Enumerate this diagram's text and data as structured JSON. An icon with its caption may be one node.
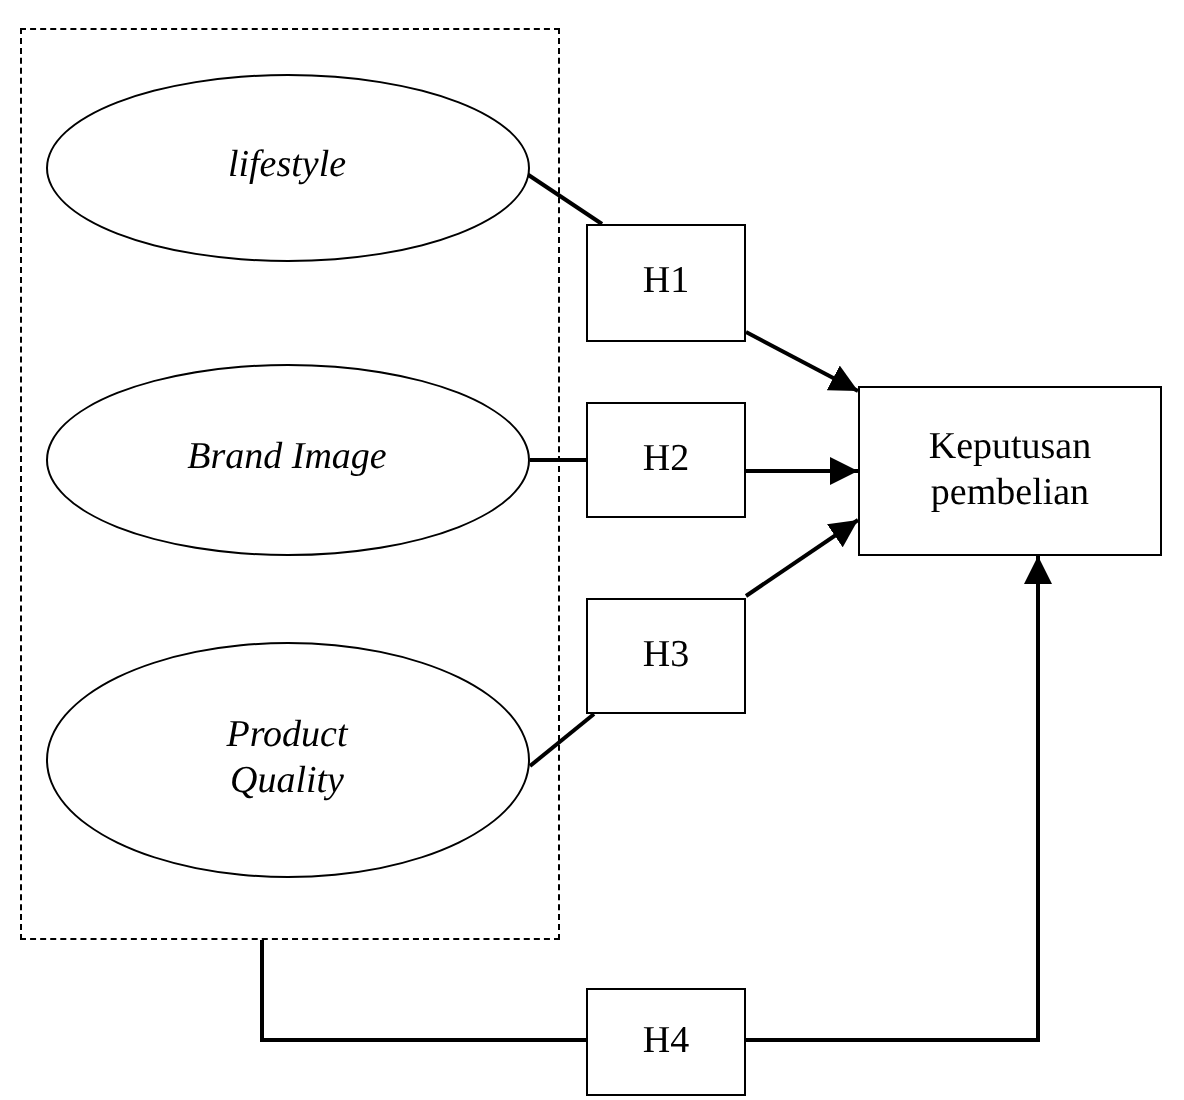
{
  "diagram": {
    "nodes": [
      {
        "text": [],
        "shape": "box"
      },
      {
        "text": [
          "lifestyle"
        ],
        "in": 0
      },
      {
        "text": [
          "Brand Image"
        ],
        "in": 0
      },
      {
        "text": [
          "Product Quality"
        ],
        "in": 0
      },
      {
        "text": [
          "H1"
        ]
      },
      {
        "text": [
          "H2"
        ]
      },
      {
        "text": [
          "H3"
        ]
      },
      {
        "text": [
          "Keputusan pembelian"
        ]
      },
      {
        "text": [
          "H4"
        ]
      }
    ],
    "edges": [
      {
        "from": 1,
        "to": 4,
        "arrow": "none"
      },
      {
        "from": 4,
        "to": 7,
        "arrow": "to"
      },
      {
        "from": 2,
        "to": 5,
        "arrow": "none"
      },
      {
        "from": 5,
        "to": 7,
        "arrow": "to"
      },
      {
        "from": 3,
        "to": 6,
        "arrow": "none"
      },
      {
        "from": 6,
        "to": 7,
        "arrow": "to"
      },
      {
        "from": 0,
        "to": 8,
        "arrow": "none"
      },
      {
        "from": 8,
        "to": 7,
        "arrow": "to"
      }
    ]
  }
}
